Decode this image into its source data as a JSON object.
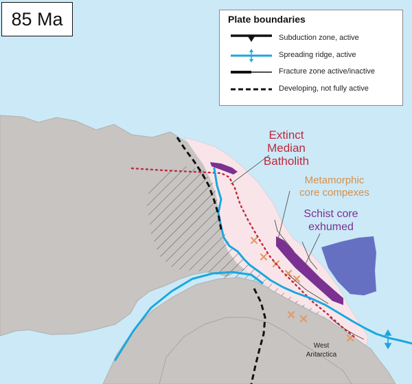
{
  "age_label": "85 Ma",
  "legend": {
    "title": "Plate boundaries",
    "items": [
      {
        "label": "Subduction zone, active",
        "symbol": "subduction-line"
      },
      {
        "label": "Spreading ridge, active",
        "symbol": "spreading-ridge-line"
      },
      {
        "label": "Fracture zone active/inactive",
        "symbol": "fracture-zone-line"
      },
      {
        "label": "Developing, not fully active",
        "symbol": "dashed-line"
      }
    ]
  },
  "map_labels": {
    "batholith": [
      "Extinct",
      "Median",
      "Batholith"
    ],
    "metamorphic": [
      "Metamorphic",
      "core compexes"
    ],
    "schist": [
      "Schist core",
      "exhumed"
    ],
    "west_antarctica": [
      "West",
      "Antarctica"
    ]
  },
  "colors": {
    "ocean": "#cce9f7",
    "land": "#c7c4c2",
    "land_edge": "#b2afad",
    "rift_zone": "#f9e5e9",
    "spreading_ridge": "#1aa7de",
    "boundary": "#111111",
    "batholith": "#c0283a",
    "metamorphic_core": "#e39a64",
    "schist_core": "#7b3191",
    "oceanic_plateau": "#6670c2"
  }
}
